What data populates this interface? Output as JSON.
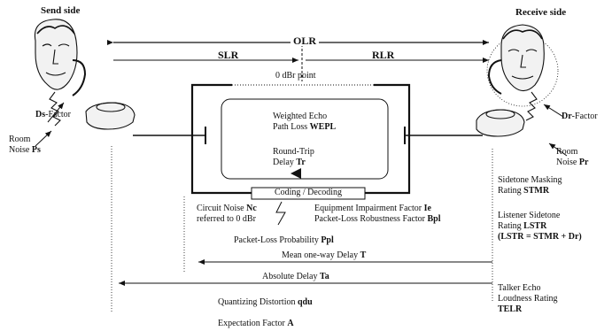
{
  "headers": {
    "send": "Send side",
    "receive": "Receive side"
  },
  "arrows": {
    "olr": "OLR",
    "slr": "SLR",
    "rlr": "RLR"
  },
  "zero_point": "0 dBr  point",
  "send_side": {
    "ds_sym": "Ds",
    "ds_rest": "-Factor",
    "room_noise_line1": "Room",
    "room_noise_line2": "Noise ",
    "ps": "Ps"
  },
  "receive_side": {
    "dr_sym": "Dr",
    "dr_rest": "-Factor",
    "room_noise_line1": "Room",
    "room_noise_line2": "Noise ",
    "pr": "Pr"
  },
  "echo_path": {
    "weplt_line1": "Weighted Echo",
    "weplt_line2": "Path Loss ",
    "wepl": "WEPL",
    "rt_line1": "Round-Trip",
    "rt_line2": "Delay ",
    "tr": "Tr"
  },
  "codec": "Coding / Decoding",
  "circuit_noise": {
    "line1": "Circuit Noise ",
    "nc": "Nc",
    "line2": "referred to 0 dBr"
  },
  "equipment": {
    "ie_text": "Equipment Impairment Factor ",
    "ie": "Ie",
    "bpl_text": "Packet-Loss Robustness Factor ",
    "bpl": "Bpl"
  },
  "ppl": {
    "text": "Packet-Loss Probability ",
    "sym": "Ppl"
  },
  "stmr": {
    "line1": "Sidetone Masking",
    "line2": "Rating ",
    "sym": "STMR"
  },
  "lstr": {
    "line1": "Listener Sidetone",
    "line2": "Rating ",
    "sym": "LSTR",
    "formula": "(LSTR = STMR + Dr)"
  },
  "mean_delay": {
    "text": "Mean one-way Delay ",
    "sym": "T"
  },
  "abs_delay": {
    "text": "Absolute Delay ",
    "sym": "Ta"
  },
  "telr": {
    "line1": "Talker Echo",
    "line2": "Loudness Rating",
    "sym": "TELR"
  },
  "qdu": {
    "text": "Quantizing Distortion ",
    "sym": "qdu"
  },
  "expectation": {
    "text": "Expectation Factor ",
    "sym": "A"
  }
}
